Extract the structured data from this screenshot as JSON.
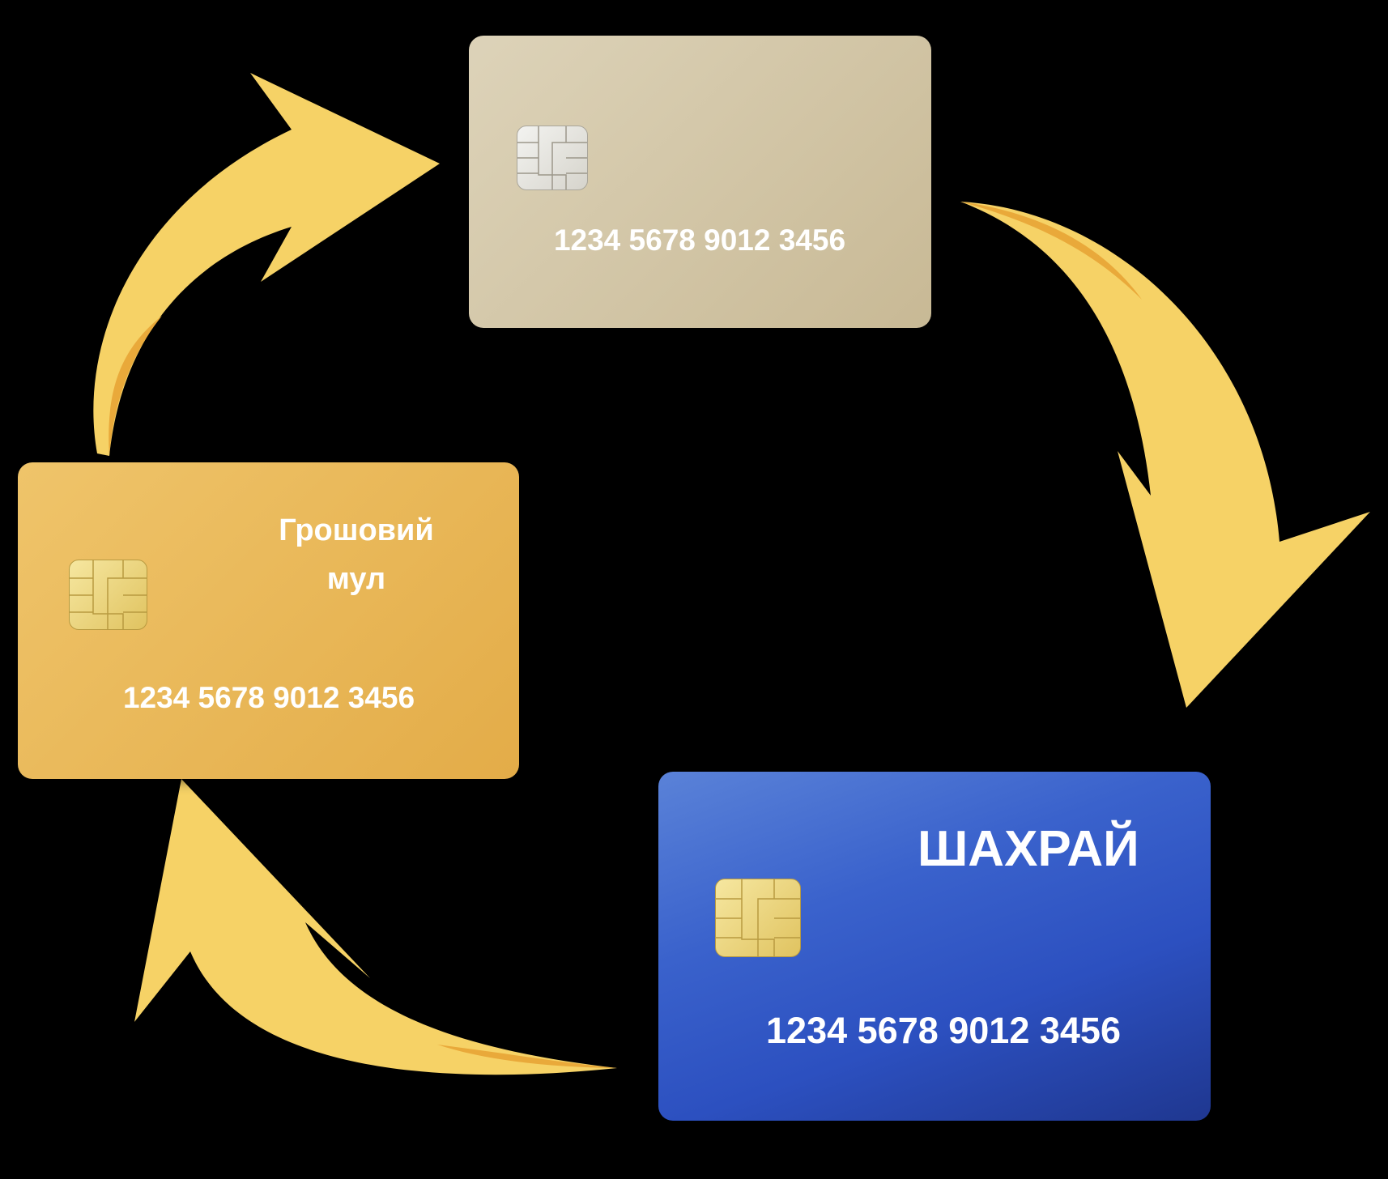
{
  "cards": {
    "top": {
      "number": "1234 5678 9012 3456"
    },
    "left": {
      "label_line1": "Грошовий",
      "label_line2": "мул",
      "number": "1234 5678 9012 3456"
    },
    "blue": {
      "label": "ШАХРАЙ",
      "number": "1234 5678 9012 3456"
    }
  },
  "colors": {
    "arrow": "#f6d266",
    "arrow_shadow": "#e9a93a",
    "card_beige": "#d2c5a5",
    "card_gold": "#e6b452",
    "card_blue": "#3257c8"
  }
}
